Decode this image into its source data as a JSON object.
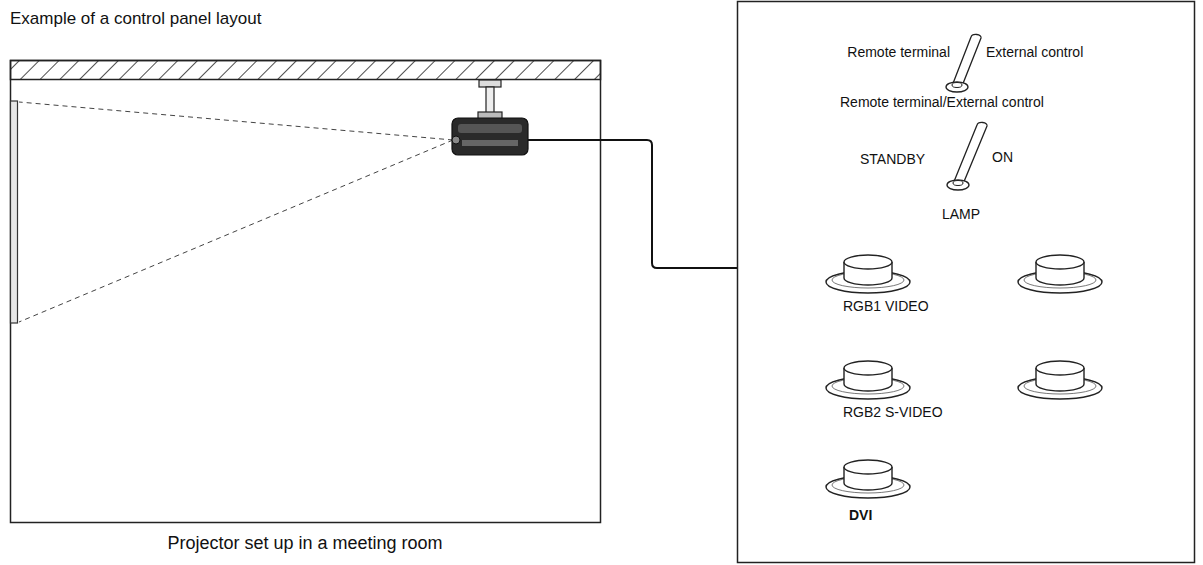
{
  "diagram": {
    "title": "Example of a control panel layout",
    "caption": "Projector set up in a meeting room",
    "labels": [
      "Remote terminal",
      "External control",
      "Remote terminal/External control",
      "STANDBY",
      "ON",
      "LAMP",
      "RGB1 VIDEO",
      "RGB2 S-VIDEO",
      "DVI"
    ]
  }
}
